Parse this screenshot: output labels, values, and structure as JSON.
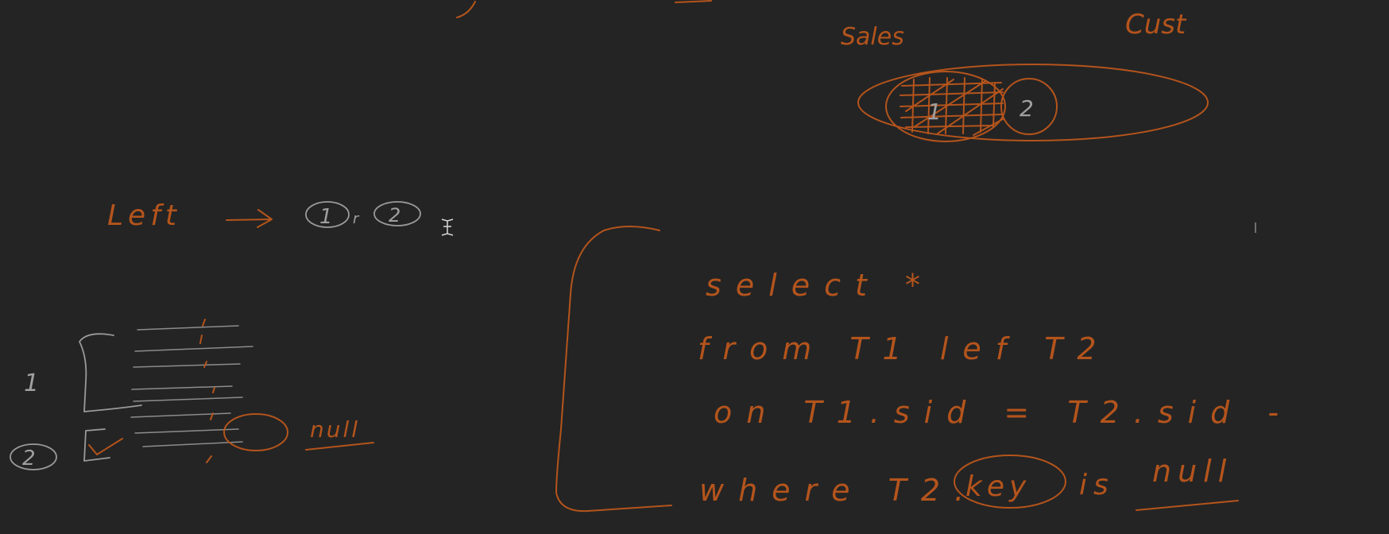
{
  "venn": {
    "left_label": "Sales",
    "right_label": "Cust",
    "region_1": "1",
    "region_2": "2"
  },
  "left_join_note": {
    "word": "Left",
    "arrow": "→",
    "option_a": "1",
    "connector": "r",
    "option_b": "2"
  },
  "rows_sketch": {
    "group_1": "1",
    "group_2": "2",
    "null_label": "null"
  },
  "sql": {
    "line1": "select *",
    "line2": "from T1 lef T2",
    "line3": "on T1.sid = T2.sid -",
    "line4_prefix": "where T2.",
    "line4_key": "key",
    "line4_is": "is",
    "line4_null": "null"
  },
  "colors": {
    "background": "#242424",
    "ink_orange": "#b4541c",
    "ink_gray": "#9a9a9a"
  }
}
